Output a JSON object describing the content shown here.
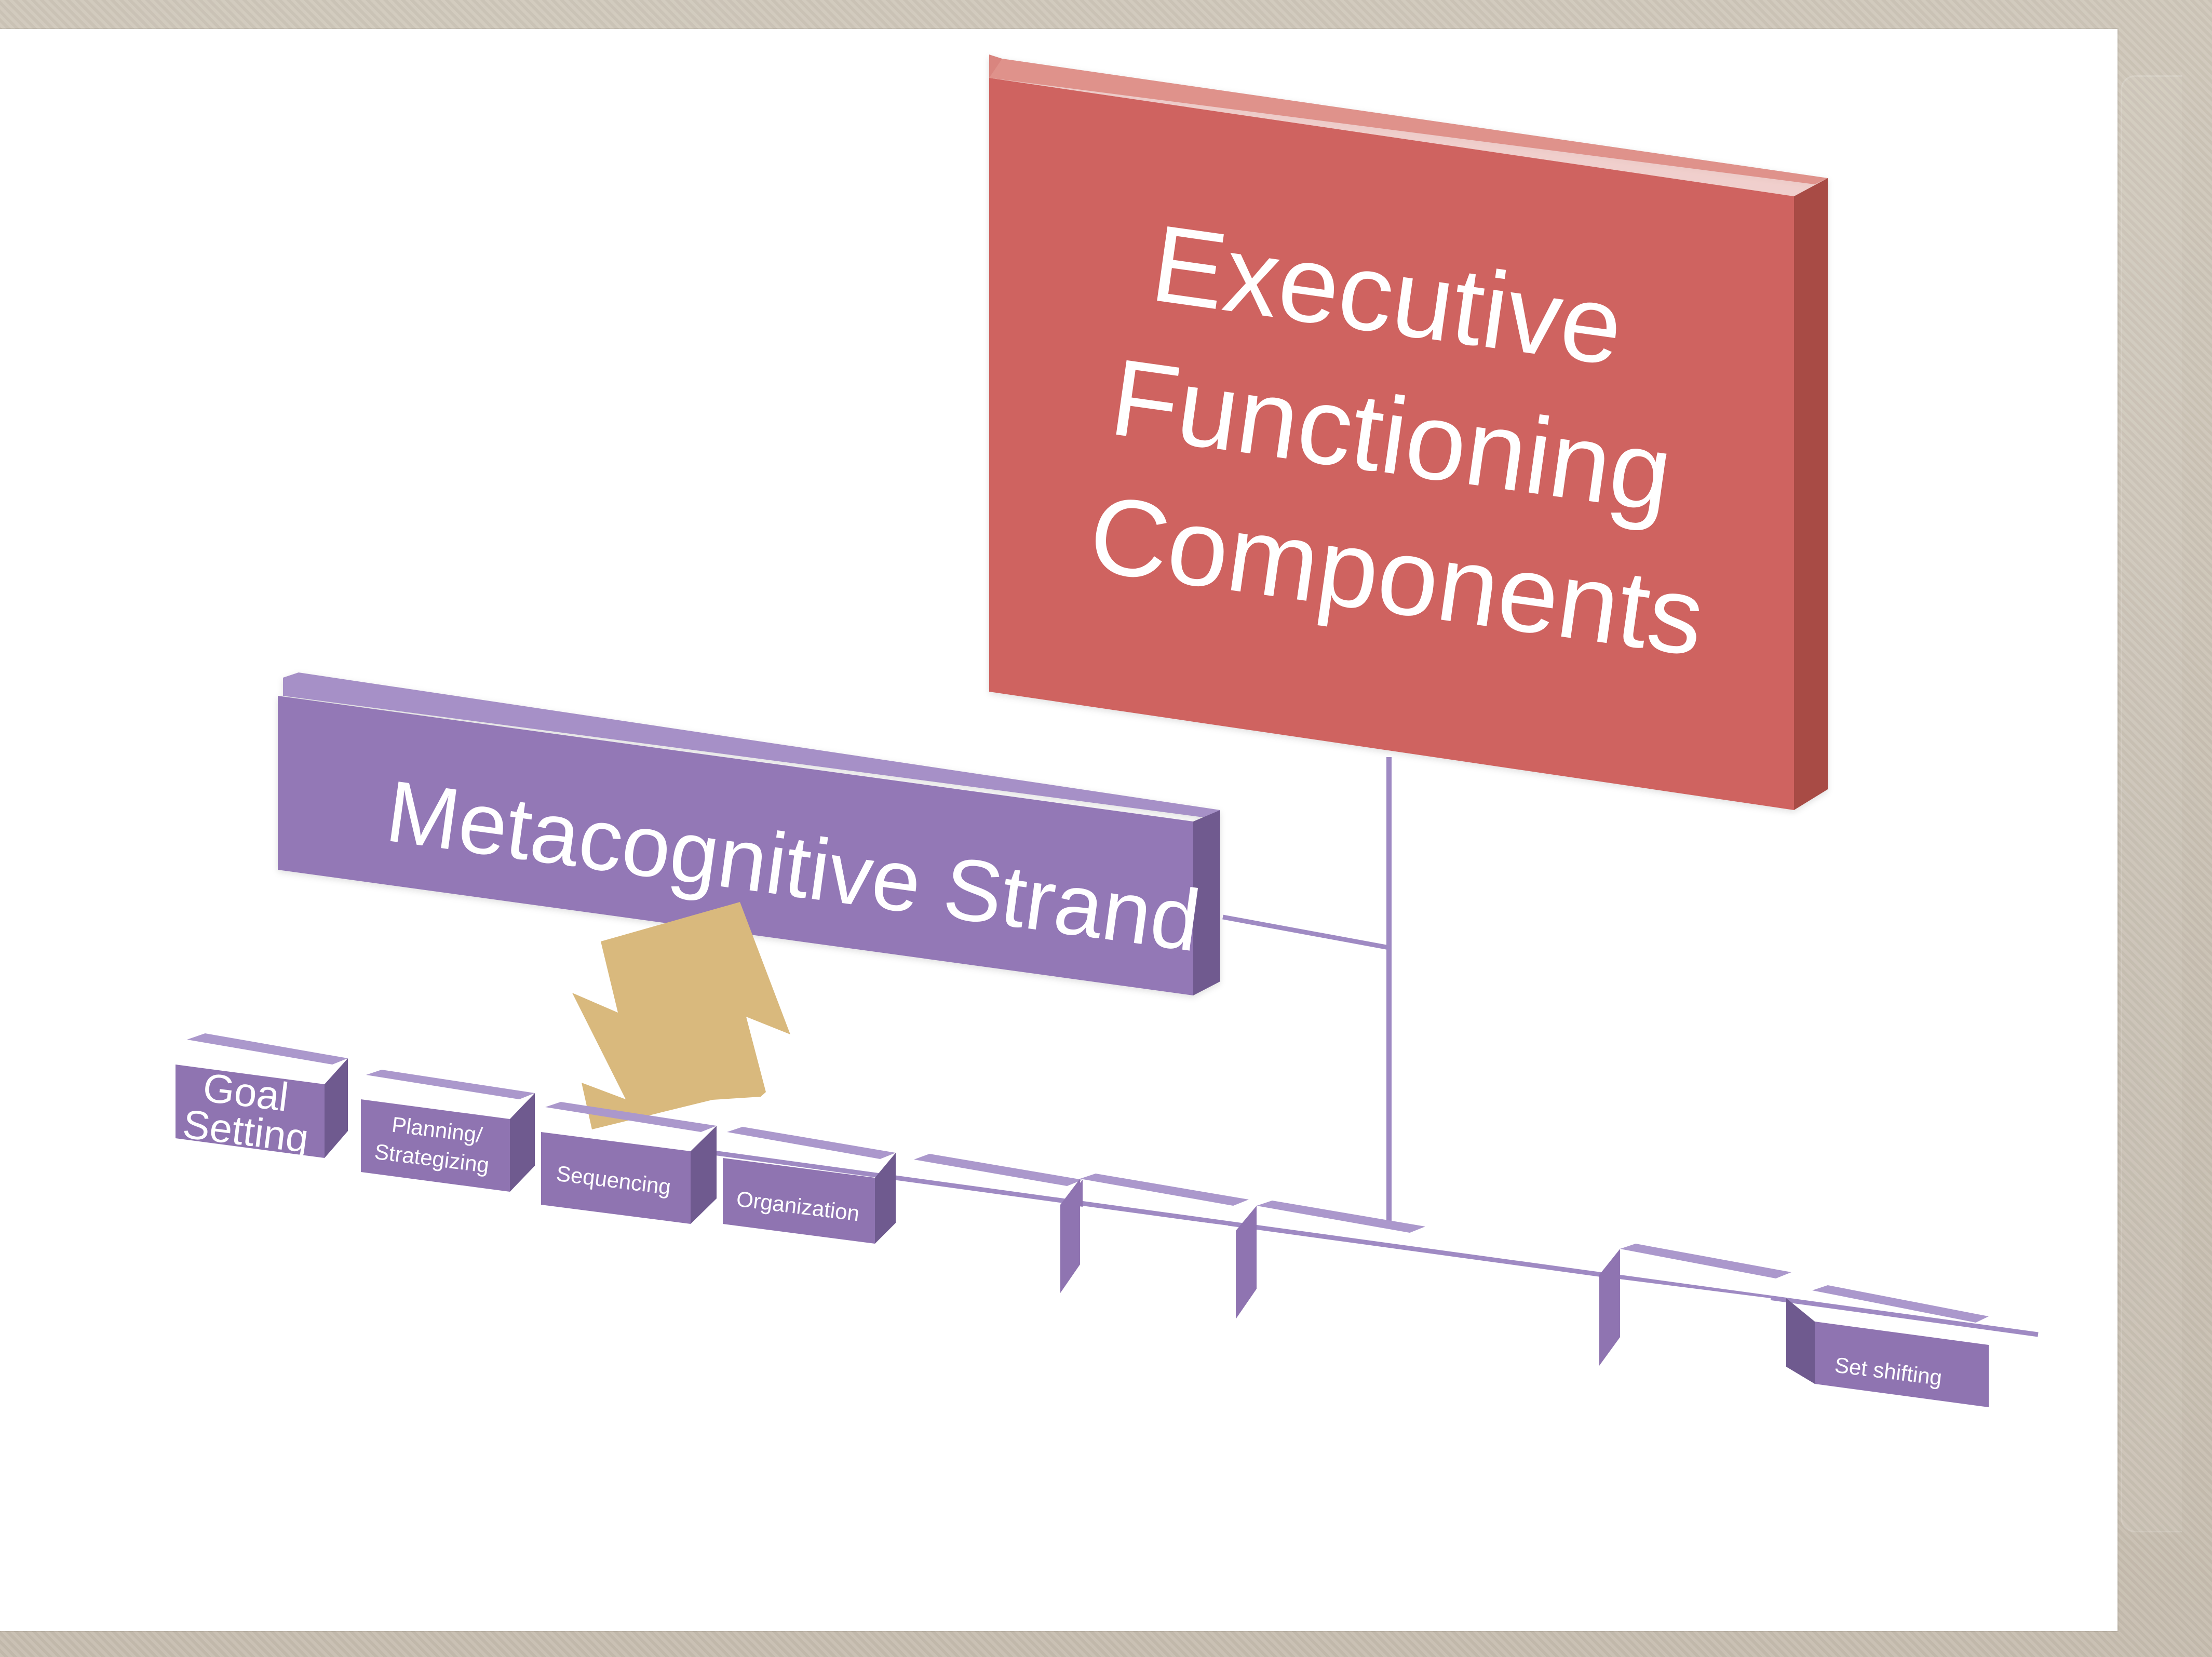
{
  "diagram": {
    "root": {
      "label_lines": [
        "Executive",
        "Functioning",
        "Components"
      ]
    },
    "strand": {
      "label": "Metacognitive Strand"
    },
    "children": [
      {
        "label_lines": [
          "Goal",
          "Setting"
        ]
      },
      {
        "label_lines": [
          "Planning/",
          "Strategizing"
        ]
      },
      {
        "label_lines": [
          "Sequencing"
        ]
      },
      {
        "label_lines": [
          "Organization"
        ]
      },
      {
        "label_lines": [
          ""
        ]
      },
      {
        "label_lines": [
          ""
        ]
      },
      {
        "label_lines": [
          ""
        ]
      },
      {
        "label_lines": [
          ""
        ]
      },
      {
        "label_lines": [
          "Set shifting"
        ]
      }
    ]
  },
  "colors": {
    "root_fill": "#cf6460",
    "root_top": "#d9857f",
    "root_side": "#a84b45",
    "strand_fill": "#9378b6",
    "strand_top": "#a690c7",
    "strand_side": "#6f5a8f",
    "child_fill": "#8f74b1",
    "connector": "#9f8ac3",
    "arrow_fill": "#d9b97d",
    "background": "#cbc3b5"
  }
}
